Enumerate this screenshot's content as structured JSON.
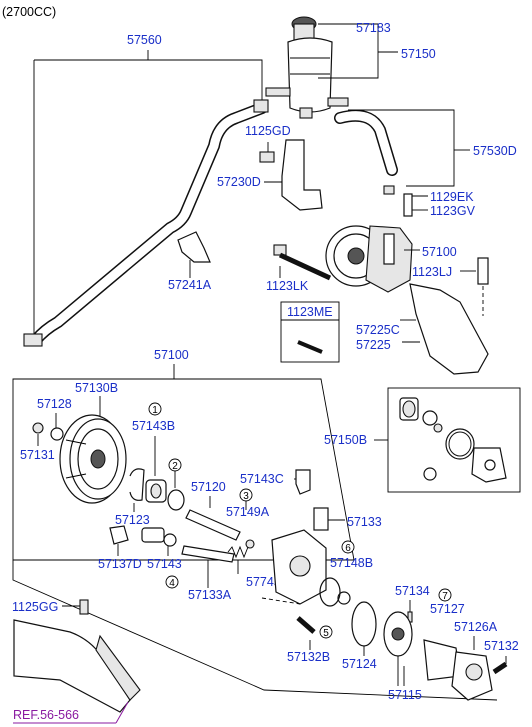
{
  "header": {
    "engine": "(2700CC)"
  },
  "labels": {
    "57183": "57183",
    "57150": "57150",
    "57560": "57560",
    "1125GD": "1125GD",
    "57530D": "57530D",
    "57230D": "57230D",
    "1129EK": "1129EK",
    "1123GV": "1123GV",
    "57100_top": "57100",
    "57241A": "57241A",
    "1123LK": "1123LK",
    "1123LJ": "1123LJ",
    "1123ME": "1123ME",
    "57225C": "57225C",
    "57225": "57225",
    "57100_kit": "57100",
    "57130B": "57130B",
    "57128": "57128",
    "57143B": "57143B",
    "57131": "57131",
    "57150B": "57150B",
    "57120": "57120",
    "57143C": "57143C",
    "57123": "57123",
    "57149A": "57149A",
    "57133": "57133",
    "57137D": "57137D",
    "57143": "57143",
    "57148B": "57148B",
    "57745": "57745",
    "57133A": "57133A",
    "57134": "57134",
    "57127": "57127",
    "1125GG": "1125GG",
    "57126A": "57126A",
    "57132B": "57132B",
    "57124": "57124",
    "57132": "57132",
    "57115": "57115",
    "ref": "REF.56-566"
  },
  "callouts": {
    "c1": "1",
    "c2": "2",
    "c3": "3",
    "c4": "4",
    "c5": "5",
    "c6": "6",
    "c7": "7"
  },
  "colors": {
    "label": "#1a2fc8",
    "line": "#000000",
    "ref": "#8a1aa0"
  }
}
